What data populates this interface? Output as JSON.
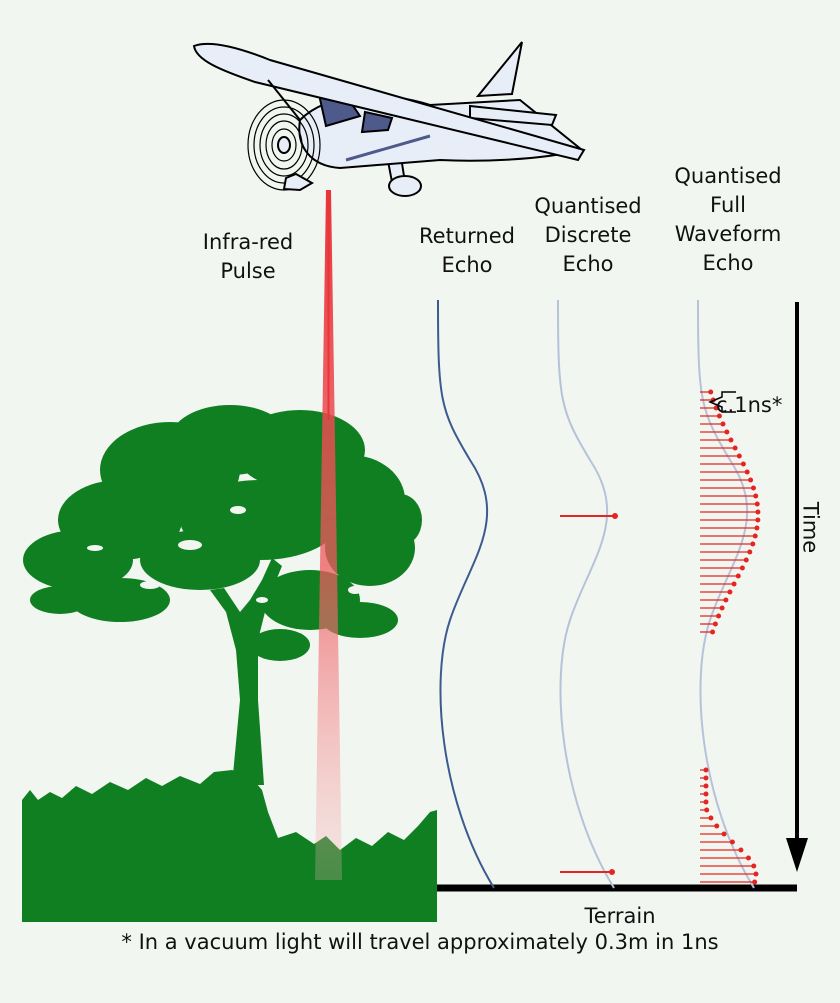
{
  "labels": {
    "pulse": [
      "Infra-red",
      "Pulse"
    ],
    "returned": [
      "Returned",
      "Echo"
    ],
    "discrete": [
      "Quantised",
      "Discrete",
      "Echo"
    ],
    "full": [
      "Quantised",
      "Full",
      "Waveform",
      "Echo"
    ],
    "interval": "c.1ns*",
    "time": "Time",
    "terrain": "Terrain",
    "footnote": "* In a vacuum light will travel approximately 0.3m in 1ns"
  },
  "colors": {
    "background": "#f2f6f1",
    "vegetation": "#0f7f22",
    "beam": "#e8353a",
    "returned_echo": "#3b5b8f",
    "faint_echo": "#b5c3d8",
    "samples": "#e52521",
    "axis": "#000000"
  },
  "icons": [
    "aircraft-icon",
    "tree-icon",
    "time-arrow-icon"
  ]
}
